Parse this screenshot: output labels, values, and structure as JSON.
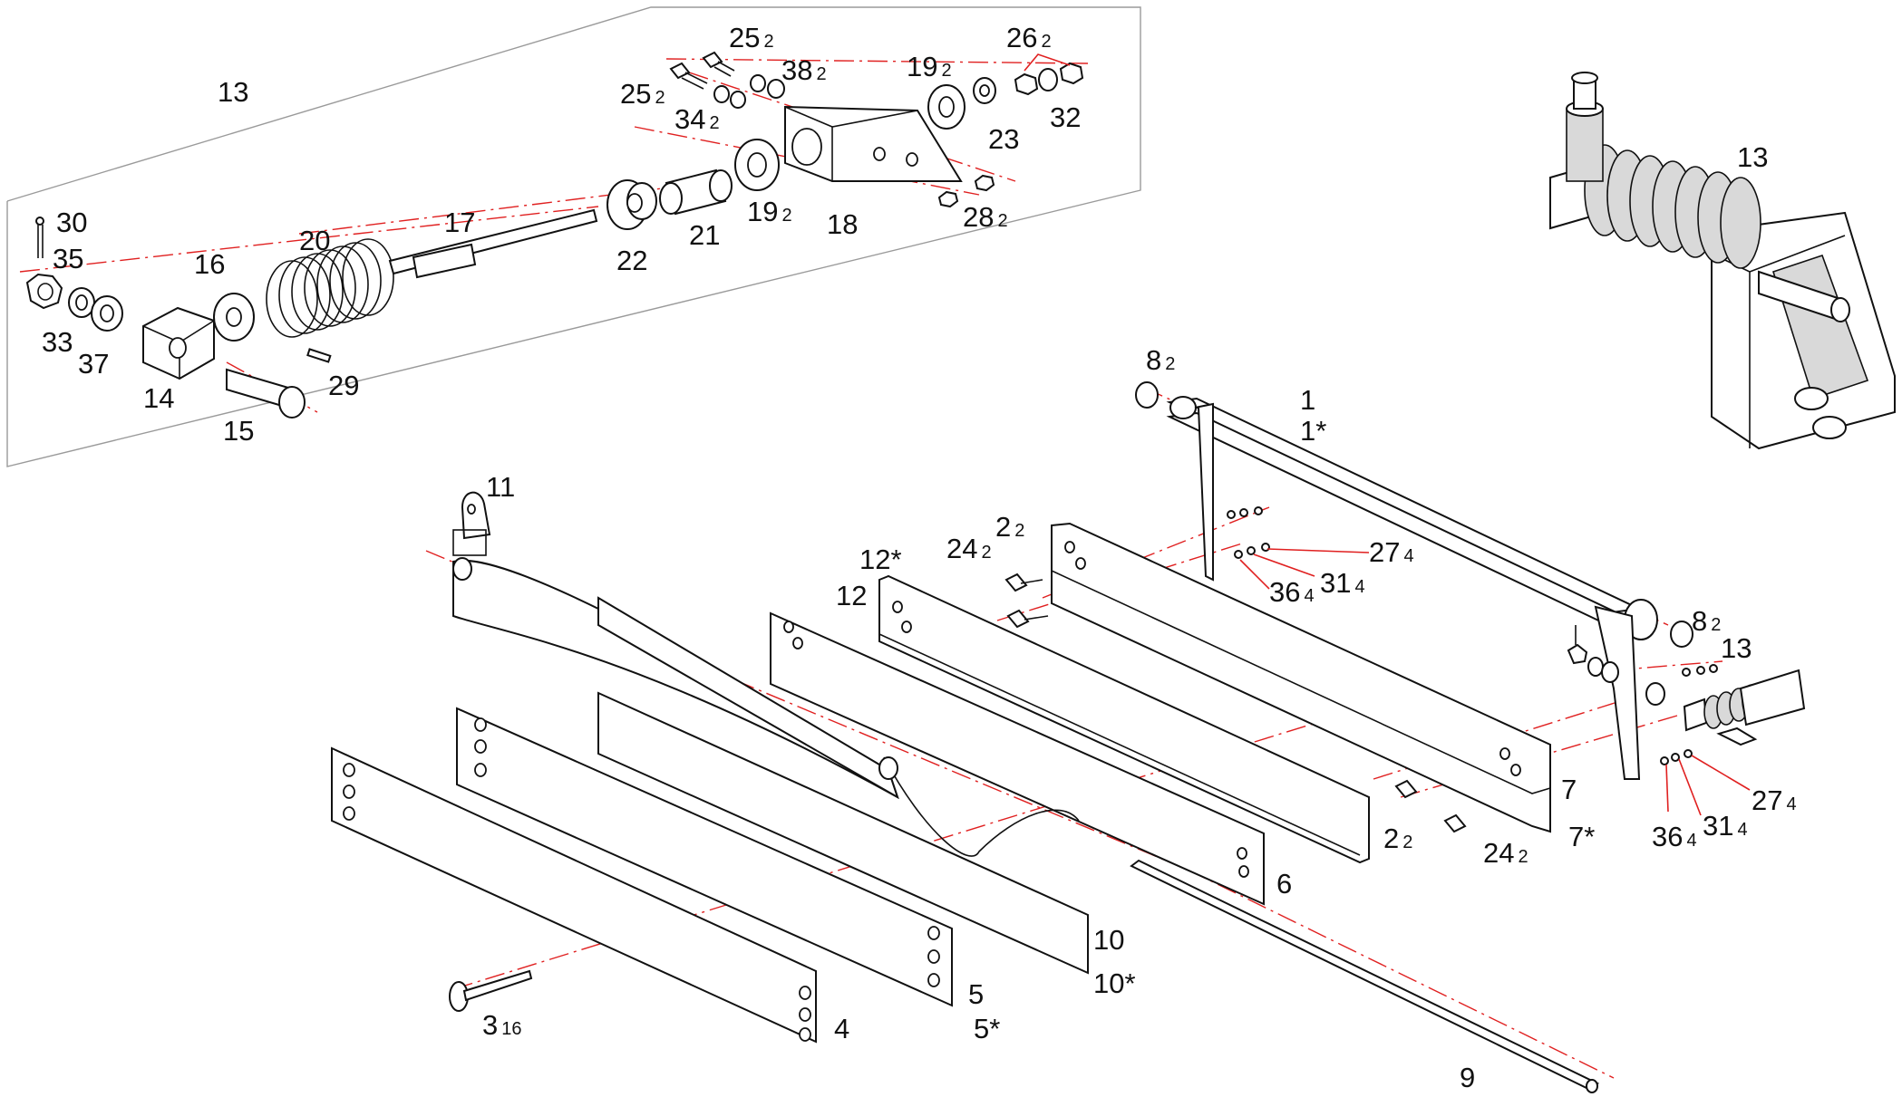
{
  "colors": {
    "line": "#111111",
    "axis": "#e02020",
    "frame": "#9a9a9a",
    "background": "#ffffff",
    "shade": "#d9d9d9"
  },
  "labels": [
    {
      "id": "n13a",
      "text": "13",
      "sub": ""
    },
    {
      "id": "n30",
      "text": "30",
      "sub": ""
    },
    {
      "id": "n35",
      "text": "35",
      "sub": ""
    },
    {
      "id": "n33",
      "text": "33",
      "sub": ""
    },
    {
      "id": "n37",
      "text": "37",
      "sub": ""
    },
    {
      "id": "n16",
      "text": "16",
      "sub": ""
    },
    {
      "id": "n20",
      "text": "20",
      "sub": ""
    },
    {
      "id": "n17",
      "text": "17",
      "sub": ""
    },
    {
      "id": "n14",
      "text": "14",
      "sub": ""
    },
    {
      "id": "n15",
      "text": "15",
      "sub": ""
    },
    {
      "id": "n29",
      "text": "29",
      "sub": ""
    },
    {
      "id": "n22",
      "text": "22",
      "sub": ""
    },
    {
      "id": "n21",
      "text": "21",
      "sub": ""
    },
    {
      "id": "n19b",
      "text": "19",
      "sub": "2"
    },
    {
      "id": "n18",
      "text": "18",
      "sub": ""
    },
    {
      "id": "n28",
      "text": "28",
      "sub": "2"
    },
    {
      "id": "n25a",
      "text": "25",
      "sub": "2"
    },
    {
      "id": "n25b",
      "text": "25",
      "sub": "2"
    },
    {
      "id": "n34",
      "text": "34",
      "sub": "2"
    },
    {
      "id": "n38",
      "text": "38",
      "sub": "2"
    },
    {
      "id": "n19a",
      "text": "19",
      "sub": "2"
    },
    {
      "id": "n26",
      "text": "26",
      "sub": "2"
    },
    {
      "id": "n23",
      "text": "23",
      "sub": ""
    },
    {
      "id": "n32",
      "text": "32",
      "sub": ""
    },
    {
      "id": "n13b",
      "text": "13",
      "sub": ""
    },
    {
      "id": "n8a",
      "text": "8",
      "sub": "2"
    },
    {
      "id": "n1",
      "text": "1",
      "sub": ""
    },
    {
      "id": "n1s",
      "text": "1*",
      "sub": ""
    },
    {
      "id": "n11",
      "text": "11",
      "sub": ""
    },
    {
      "id": "n2a",
      "text": "2",
      "sub": "2"
    },
    {
      "id": "n24a",
      "text": "24",
      "sub": "2"
    },
    {
      "id": "n27a",
      "text": "27",
      "sub": "4"
    },
    {
      "id": "n31a",
      "text": "31",
      "sub": "4"
    },
    {
      "id": "n36a",
      "text": "36",
      "sub": "4"
    },
    {
      "id": "n12s",
      "text": "12*",
      "sub": ""
    },
    {
      "id": "n12",
      "text": "12",
      "sub": ""
    },
    {
      "id": "n8b",
      "text": "8",
      "sub": "2"
    },
    {
      "id": "n13c",
      "text": "13",
      "sub": ""
    },
    {
      "id": "n7",
      "text": "7",
      "sub": ""
    },
    {
      "id": "n7s",
      "text": "7*",
      "sub": ""
    },
    {
      "id": "n2b",
      "text": "2",
      "sub": "2"
    },
    {
      "id": "n24b",
      "text": "24",
      "sub": "2"
    },
    {
      "id": "n27b",
      "text": "27",
      "sub": "4"
    },
    {
      "id": "n31b",
      "text": "31",
      "sub": "4"
    },
    {
      "id": "n36b",
      "text": "36",
      "sub": "4"
    },
    {
      "id": "n6",
      "text": "6",
      "sub": ""
    },
    {
      "id": "n10",
      "text": "10",
      "sub": ""
    },
    {
      "id": "n10s",
      "text": "10*",
      "sub": ""
    },
    {
      "id": "n5",
      "text": "5",
      "sub": ""
    },
    {
      "id": "n5s",
      "text": "5*",
      "sub": ""
    },
    {
      "id": "n3",
      "text": "3",
      "sub": "16"
    },
    {
      "id": "n4",
      "text": "4",
      "sub": ""
    },
    {
      "id": "n9",
      "text": "9",
      "sub": ""
    }
  ]
}
